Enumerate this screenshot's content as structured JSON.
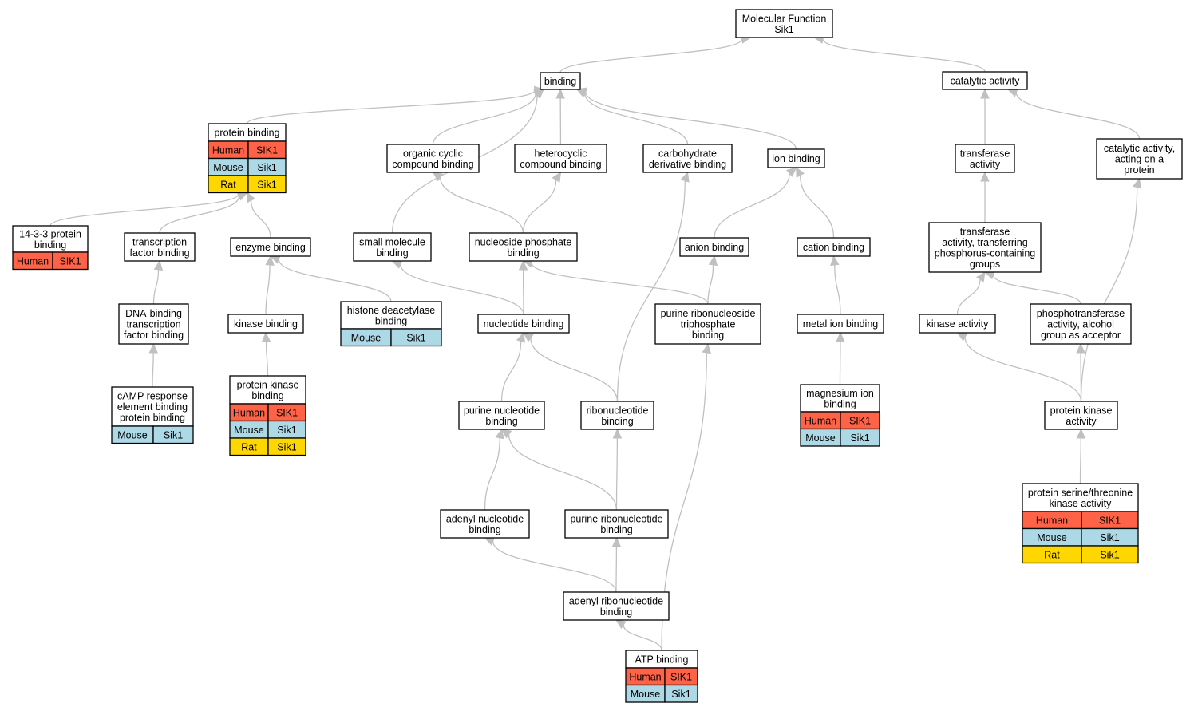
{
  "colors": {
    "Human": "#ff6347",
    "Mouse": "#add8e6",
    "Rat": "#ffd700",
    "edge": "#c0c0c0"
  },
  "nodes": {
    "mf": {
      "lines": [
        "Molecular Function",
        "Sik1"
      ]
    },
    "binding": {
      "lines": [
        "binding"
      ]
    },
    "catalytic": {
      "lines": [
        "catalytic activity"
      ]
    },
    "protein_binding": {
      "lines": [
        "protein binding"
      ],
      "rows": [
        [
          "Human",
          "SIK1"
        ],
        [
          "Mouse",
          "Sik1"
        ],
        [
          "Rat",
          "Sik1"
        ]
      ]
    },
    "organic_cyclic": {
      "lines": [
        "organic cyclic",
        "compound binding"
      ]
    },
    "heterocyclic": {
      "lines": [
        "heterocyclic",
        "compound binding"
      ]
    },
    "carbohydrate": {
      "lines": [
        "carbohydrate",
        "derivative binding"
      ]
    },
    "ion_binding": {
      "lines": [
        "ion binding"
      ]
    },
    "transferase": {
      "lines": [
        "transferase",
        "activity"
      ]
    },
    "cat_protein": {
      "lines": [
        "catalytic activity,",
        "acting on a",
        "protein"
      ]
    },
    "p1433": {
      "lines": [
        "14-3-3 protein",
        "binding"
      ],
      "rows": [
        [
          "Human",
          "SIK1"
        ]
      ]
    },
    "tf_binding": {
      "lines": [
        "transcription",
        "factor binding"
      ]
    },
    "enzyme_binding": {
      "lines": [
        "enzyme binding"
      ]
    },
    "small_molecule": {
      "lines": [
        "small molecule",
        "binding"
      ]
    },
    "nucleoside_phosphate": {
      "lines": [
        "nucleoside phosphate",
        "binding"
      ]
    },
    "anion_binding": {
      "lines": [
        "anion binding"
      ]
    },
    "cation_binding": {
      "lines": [
        "cation binding"
      ]
    },
    "transferase_p": {
      "lines": [
        "transferase",
        "activity, transferring",
        "phosphorus-containing",
        "groups"
      ]
    },
    "dna_tf": {
      "lines": [
        "DNA-binding",
        "transcription",
        "factor binding"
      ]
    },
    "kinase_binding": {
      "lines": [
        "kinase binding"
      ]
    },
    "histone": {
      "lines": [
        "histone deacetylase",
        "binding"
      ],
      "rows": [
        [
          "Mouse",
          "Sik1"
        ]
      ]
    },
    "nucleotide_binding": {
      "lines": [
        "nucleotide binding"
      ]
    },
    "purine_rnt_tp": {
      "lines": [
        "purine ribonucleoside",
        "triphosphate",
        "binding"
      ]
    },
    "metal_ion": {
      "lines": [
        "metal ion binding"
      ]
    },
    "kinase_activity": {
      "lines": [
        "kinase activity"
      ]
    },
    "phosphotransferase": {
      "lines": [
        "phosphotransferase",
        "activity, alcohol",
        "group as acceptor"
      ]
    },
    "camp": {
      "lines": [
        "cAMP response",
        "element binding",
        "protein binding"
      ],
      "rows": [
        [
          "Mouse",
          "Sik1"
        ]
      ]
    },
    "protein_kinase_binding": {
      "lines": [
        "protein kinase",
        "binding"
      ],
      "rows": [
        [
          "Human",
          "SIK1"
        ],
        [
          "Mouse",
          "Sik1"
        ],
        [
          "Rat",
          "Sik1"
        ]
      ]
    },
    "purine_nucleotide": {
      "lines": [
        "purine nucleotide",
        "binding"
      ]
    },
    "ribonucleotide": {
      "lines": [
        "ribonucleotide",
        "binding"
      ]
    },
    "magnesium": {
      "lines": [
        "magnesium ion",
        "binding"
      ],
      "rows": [
        [
          "Human",
          "SIK1"
        ],
        [
          "Mouse",
          "Sik1"
        ]
      ]
    },
    "protein_kinase_activity": {
      "lines": [
        "protein kinase",
        "activity"
      ]
    },
    "adenyl_nucleotide": {
      "lines": [
        "adenyl nucleotide",
        "binding"
      ]
    },
    "purine_ribonucleotide": {
      "lines": [
        "purine ribonucleotide",
        "binding"
      ]
    },
    "ser_thr": {
      "lines": [
        "protein serine/threonine",
        "kinase activity"
      ],
      "rows": [
        [
          "Human",
          "SIK1"
        ],
        [
          "Mouse",
          "Sik1"
        ],
        [
          "Rat",
          "Sik1"
        ]
      ]
    },
    "adenyl_ribonucleotide": {
      "lines": [
        "adenyl ribonucleotide",
        "binding"
      ]
    },
    "atp": {
      "lines": [
        "ATP binding"
      ],
      "rows": [
        [
          "Human",
          "SIK1"
        ],
        [
          "Mouse",
          "Sik1"
        ]
      ]
    }
  },
  "edges": [
    [
      "binding",
      "mf"
    ],
    [
      "catalytic",
      "mf"
    ],
    [
      "protein_binding",
      "binding"
    ],
    [
      "organic_cyclic",
      "binding"
    ],
    [
      "heterocyclic",
      "binding"
    ],
    [
      "carbohydrate",
      "binding"
    ],
    [
      "ion_binding",
      "binding"
    ],
    [
      "small_molecule",
      "binding"
    ],
    [
      "transferase",
      "catalytic"
    ],
    [
      "cat_protein",
      "catalytic"
    ],
    [
      "p1433",
      "protein_binding"
    ],
    [
      "tf_binding",
      "protein_binding"
    ],
    [
      "enzyme_binding",
      "protein_binding"
    ],
    [
      "nucleoside_phosphate",
      "organic_cyclic"
    ],
    [
      "nucleoside_phosphate",
      "heterocyclic"
    ],
    [
      "anion_binding",
      "ion_binding"
    ],
    [
      "cation_binding",
      "ion_binding"
    ],
    [
      "transferase_p",
      "transferase"
    ],
    [
      "dna_tf",
      "tf_binding"
    ],
    [
      "kinase_binding",
      "enzyme_binding"
    ],
    [
      "histone",
      "enzyme_binding"
    ],
    [
      "nucleotide_binding",
      "small_molecule"
    ],
    [
      "nucleotide_binding",
      "nucleoside_phosphate"
    ],
    [
      "purine_rnt_tp",
      "nucleoside_phosphate"
    ],
    [
      "purine_rnt_tp",
      "anion_binding"
    ],
    [
      "metal_ion",
      "cation_binding"
    ],
    [
      "kinase_activity",
      "transferase_p"
    ],
    [
      "phosphotransferase",
      "transferase_p"
    ],
    [
      "camp",
      "dna_tf"
    ],
    [
      "protein_kinase_binding",
      "kinase_binding"
    ],
    [
      "purine_nucleotide",
      "nucleotide_binding"
    ],
    [
      "ribonucleotide",
      "nucleotide_binding"
    ],
    [
      "ribonucleotide",
      "carbohydrate"
    ],
    [
      "magnesium",
      "metal_ion"
    ],
    [
      "protein_kinase_activity",
      "kinase_activity"
    ],
    [
      "protein_kinase_activity",
      "phosphotransferase"
    ],
    [
      "protein_kinase_activity",
      "cat_protein"
    ],
    [
      "adenyl_nucleotide",
      "purine_nucleotide"
    ],
    [
      "purine_ribonucleotide",
      "purine_nucleotide"
    ],
    [
      "purine_ribonucleotide",
      "ribonucleotide"
    ],
    [
      "ser_thr",
      "protein_kinase_activity"
    ],
    [
      "adenyl_ribonucleotide",
      "adenyl_nucleotide"
    ],
    [
      "adenyl_ribonucleotide",
      "purine_ribonucleotide"
    ],
    [
      "atp",
      "adenyl_ribonucleotide"
    ],
    [
      "atp",
      "purine_rnt_tp"
    ]
  ]
}
